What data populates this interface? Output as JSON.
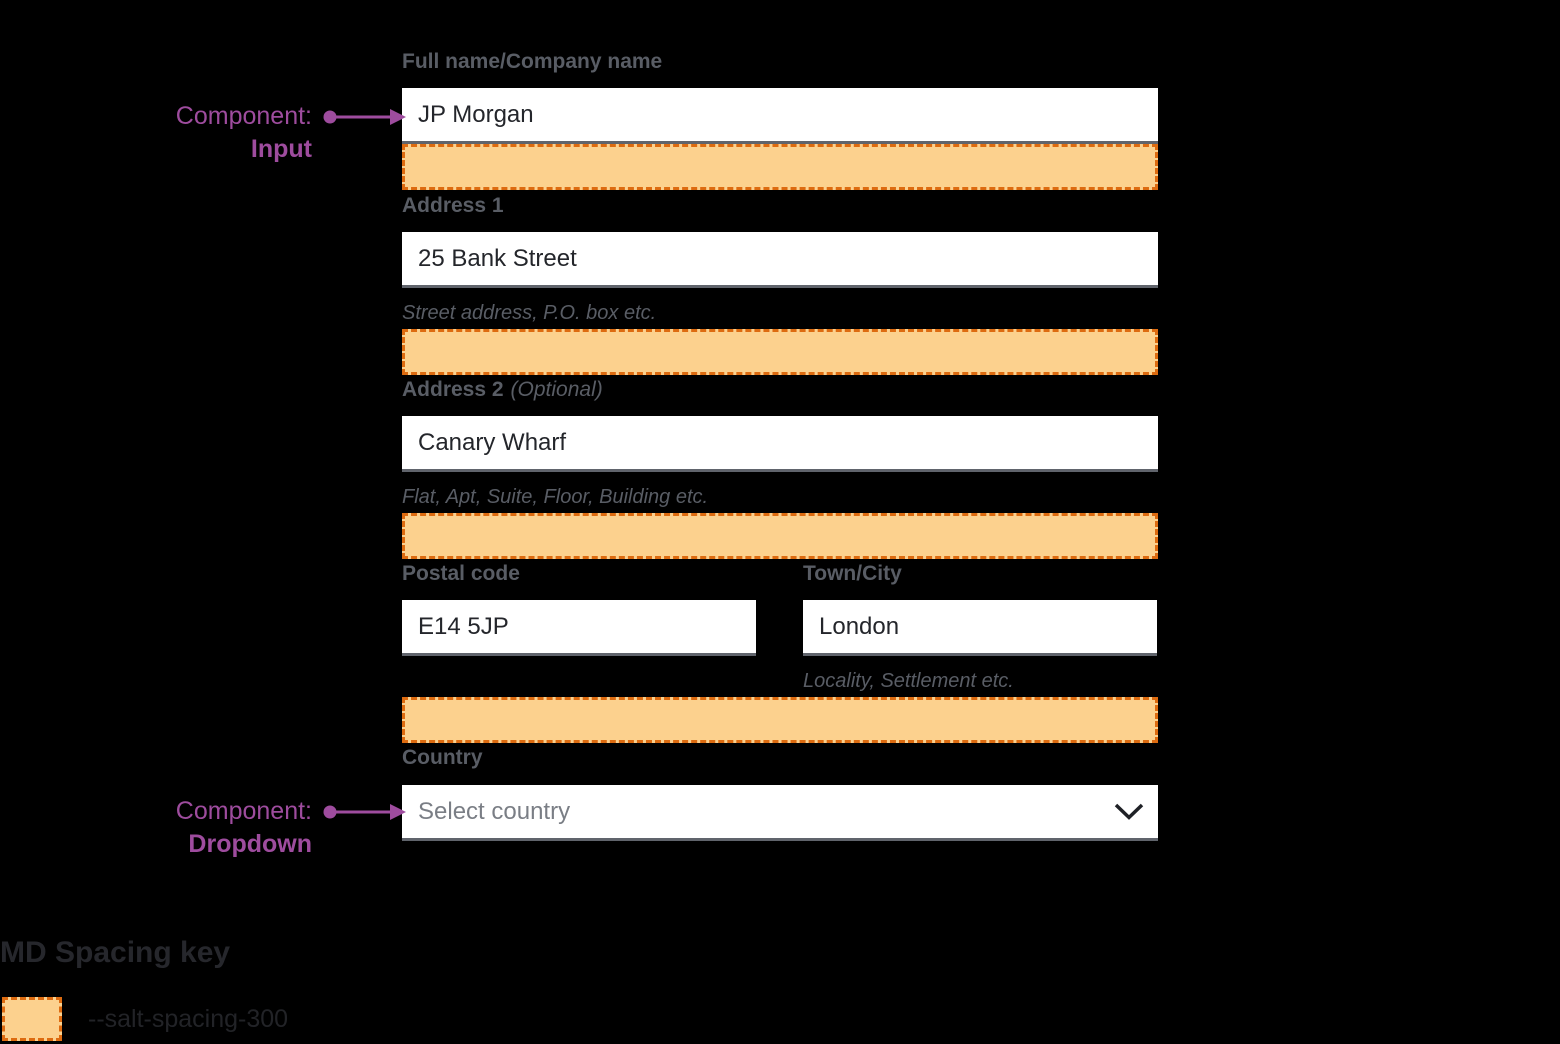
{
  "colors": {
    "background": "#000000",
    "input_background": "#FFFFFF",
    "input_border_bottom": "#60646C",
    "input_text": "#24262B",
    "label_text": "#595D65",
    "helper_text": "#595D65",
    "placeholder_text": "#7A7E85",
    "spacing_fill": "#FCD18E",
    "spacing_border": "#DD6B10",
    "annotation_purple": "#9E4C9E",
    "key_text": "#222327"
  },
  "icons": {
    "dropdown": "chevron-down",
    "annotation_pointer": "dot-arrow-right"
  },
  "form": {
    "fields": [
      {
        "label": "Full name/Company name",
        "value": "JP Morgan"
      },
      {
        "label": "Address 1",
        "value": "25 Bank Street",
        "helper": "Street address, P.O. box etc."
      },
      {
        "label": "Address 2",
        "label_suffix": "(Optional)",
        "value": "Canary Wharf",
        "helper": "Flat, Apt, Suite, Floor, Building etc."
      },
      {
        "label": "Postal code",
        "value": "E14 5JP"
      },
      {
        "label": "Town/City",
        "value": "London",
        "helper": "Locality, Settlement etc."
      },
      {
        "label": "Country",
        "placeholder": "Select country"
      }
    ]
  },
  "annotations": [
    {
      "prefix": "Component:",
      "component": "Input"
    },
    {
      "prefix": "Component:",
      "component": "Dropdown"
    }
  ],
  "spacing_key": {
    "title": "MD Spacing key",
    "token": "--salt-spacing-300"
  }
}
